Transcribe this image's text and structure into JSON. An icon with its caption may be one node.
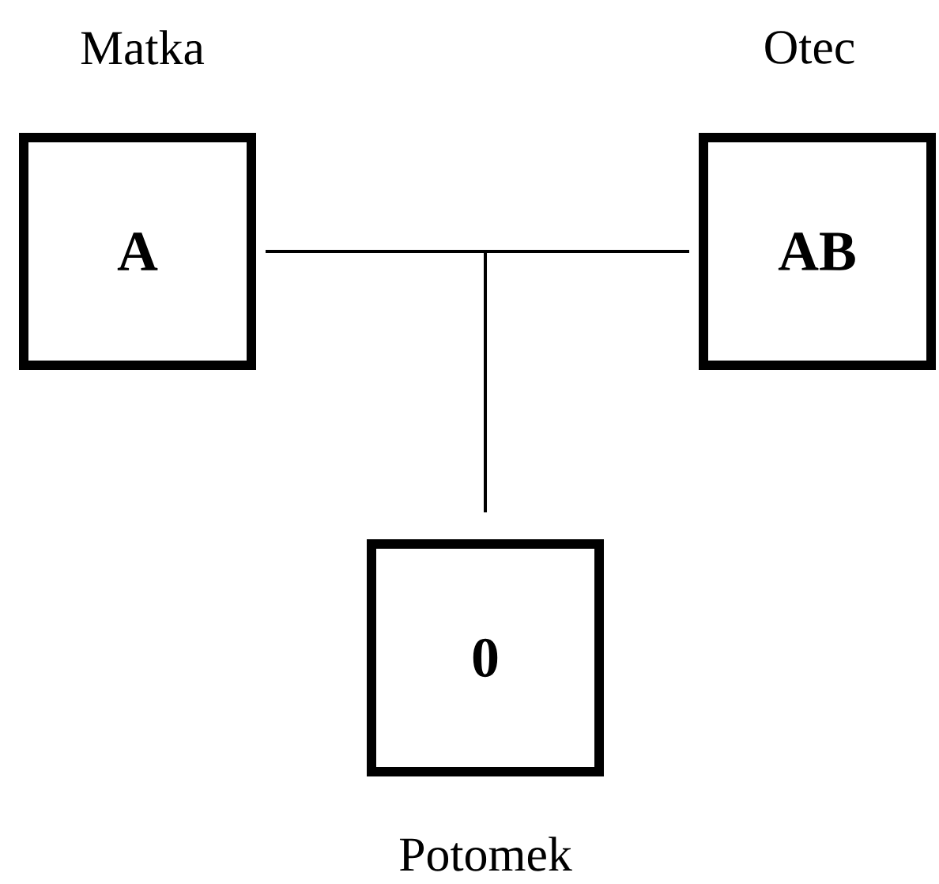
{
  "diagram": {
    "nodes": [
      {
        "text": [
          "A"
        ],
        "beside": [
          "Matka"
        ]
      },
      {
        "text": [
          "AB"
        ],
        "beside": [
          "Otec"
        ]
      },
      {
        "text": [
          "0"
        ],
        "beside": [
          "Potomek"
        ]
      }
    ],
    "edges": [
      {
        "from": 0,
        "to": 2,
        "arrow": "none"
      },
      {
        "from": 1,
        "to": 2,
        "arrow": "none"
      }
    ]
  }
}
